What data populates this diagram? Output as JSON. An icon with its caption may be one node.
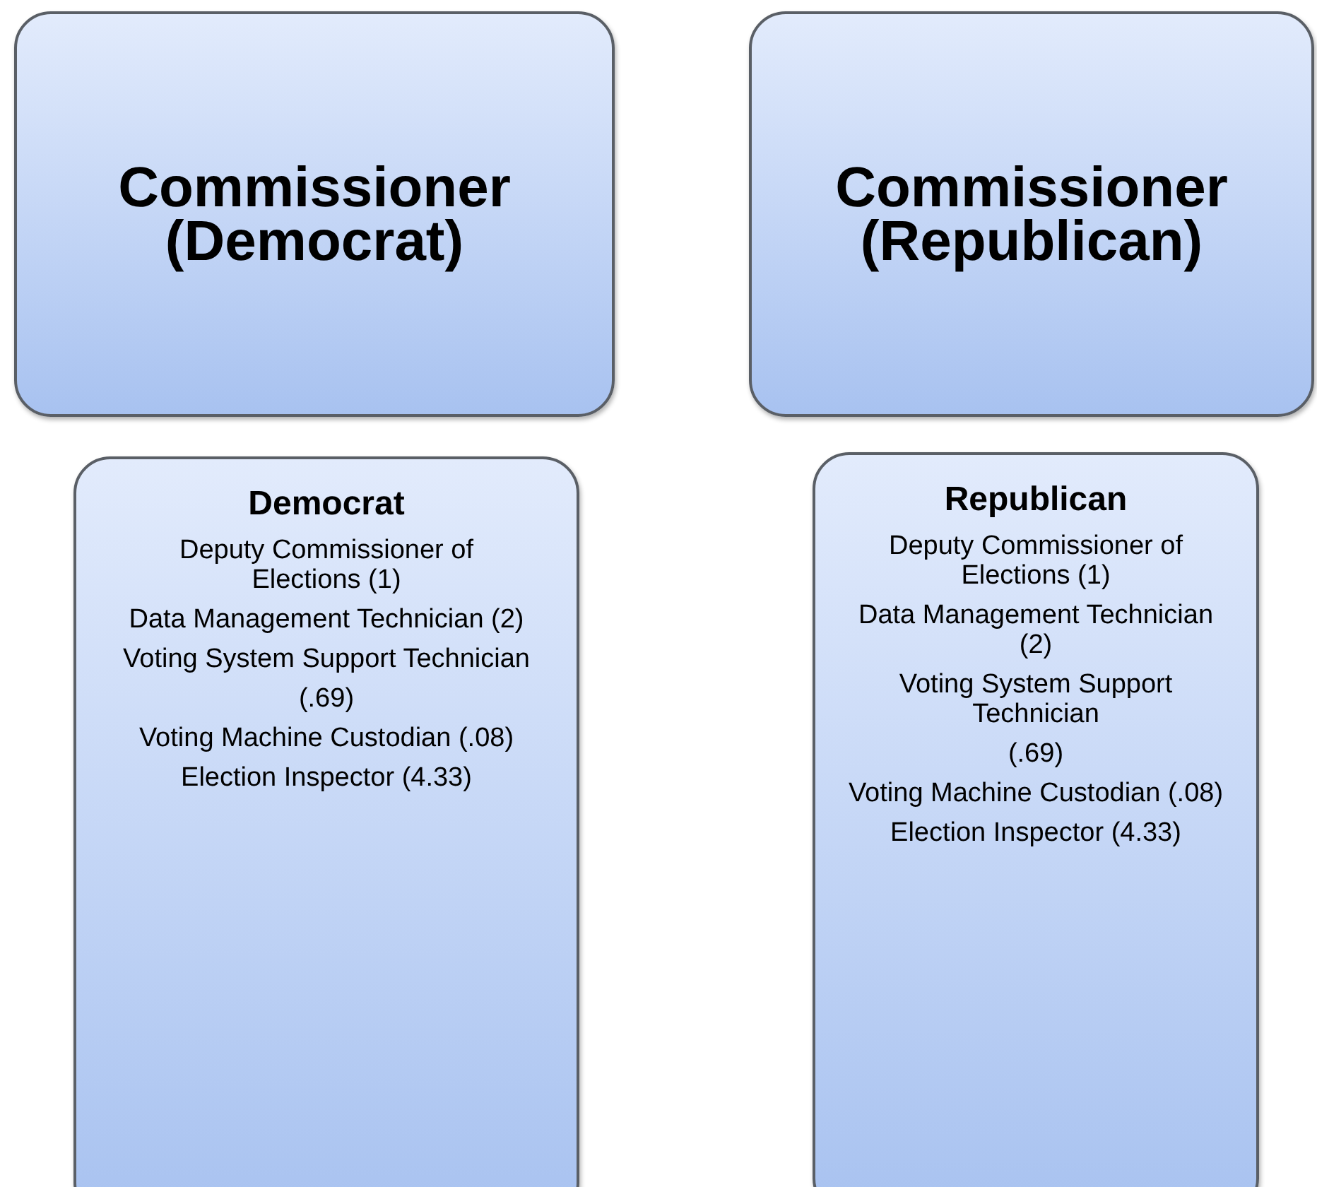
{
  "diagram": {
    "nodes": [
      {
        "text": [
          "Commissioner (Democrat)"
        ]
      },
      {
        "text": [
          "Commissioner (Republican)"
        ]
      },
      {
        "text": [
          "Democrat",
          "Deputy Commissioner of Elections (1)",
          "Data Management Technician (2)",
          "Voting System Support Technician",
          "(.69)",
          "Voting Machine Custodian (.08)",
          "Election Inspector (4.33)"
        ]
      },
      {
        "text": [
          "Republican",
          "Deputy Commissioner of Elections (1)",
          "Data Management Technician (2)",
          "Voting System Support Technician",
          "(.69)",
          "Voting Machine Custodian (.08)",
          "Election Inspector (4.33)"
        ]
      }
    ]
  }
}
